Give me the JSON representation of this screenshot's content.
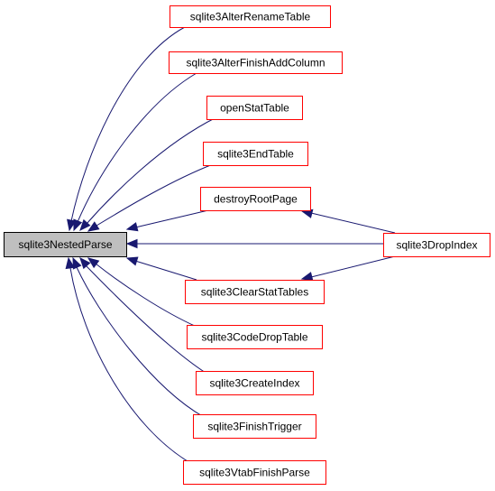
{
  "graph": {
    "root": "sqlite3NestedParse",
    "nodes": [
      {
        "id": "sqlite3NestedParse",
        "label": "sqlite3NestedParse",
        "root": true
      },
      {
        "id": "sqlite3AlterRenameTable",
        "label": "sqlite3AlterRenameTable"
      },
      {
        "id": "sqlite3AlterFinishAddColumn",
        "label": "sqlite3AlterFinishAddColumn"
      },
      {
        "id": "openStatTable",
        "label": "openStatTable"
      },
      {
        "id": "sqlite3EndTable",
        "label": "sqlite3EndTable"
      },
      {
        "id": "destroyRootPage",
        "label": "destroyRootPage"
      },
      {
        "id": "sqlite3DropIndex",
        "label": "sqlite3DropIndex"
      },
      {
        "id": "sqlite3ClearStatTables",
        "label": "sqlite3ClearStatTables"
      },
      {
        "id": "sqlite3CodeDropTable",
        "label": "sqlite3CodeDropTable"
      },
      {
        "id": "sqlite3CreateIndex",
        "label": "sqlite3CreateIndex"
      },
      {
        "id": "sqlite3FinishTrigger",
        "label": "sqlite3FinishTrigger"
      },
      {
        "id": "sqlite3VtabFinishParse",
        "label": "sqlite3VtabFinishParse"
      }
    ],
    "edges": [
      {
        "from": "sqlite3AlterRenameTable",
        "to": "sqlite3NestedParse"
      },
      {
        "from": "sqlite3AlterFinishAddColumn",
        "to": "sqlite3NestedParse"
      },
      {
        "from": "openStatTable",
        "to": "sqlite3NestedParse"
      },
      {
        "from": "sqlite3EndTable",
        "to": "sqlite3NestedParse"
      },
      {
        "from": "destroyRootPage",
        "to": "sqlite3NestedParse"
      },
      {
        "from": "sqlite3DropIndex",
        "to": "sqlite3NestedParse"
      },
      {
        "from": "sqlite3ClearStatTables",
        "to": "sqlite3NestedParse"
      },
      {
        "from": "sqlite3CodeDropTable",
        "to": "sqlite3NestedParse"
      },
      {
        "from": "sqlite3CreateIndex",
        "to": "sqlite3NestedParse"
      },
      {
        "from": "sqlite3FinishTrigger",
        "to": "sqlite3NestedParse"
      },
      {
        "from": "sqlite3VtabFinishParse",
        "to": "sqlite3NestedParse"
      },
      {
        "from": "sqlite3DropIndex",
        "to": "destroyRootPage"
      },
      {
        "from": "sqlite3DropIndex",
        "to": "sqlite3ClearStatTables"
      }
    ]
  },
  "colors": {
    "edge": "#191970",
    "node_border": "#ff0000",
    "root_fill": "#bfbfbf",
    "root_border": "#000000"
  }
}
